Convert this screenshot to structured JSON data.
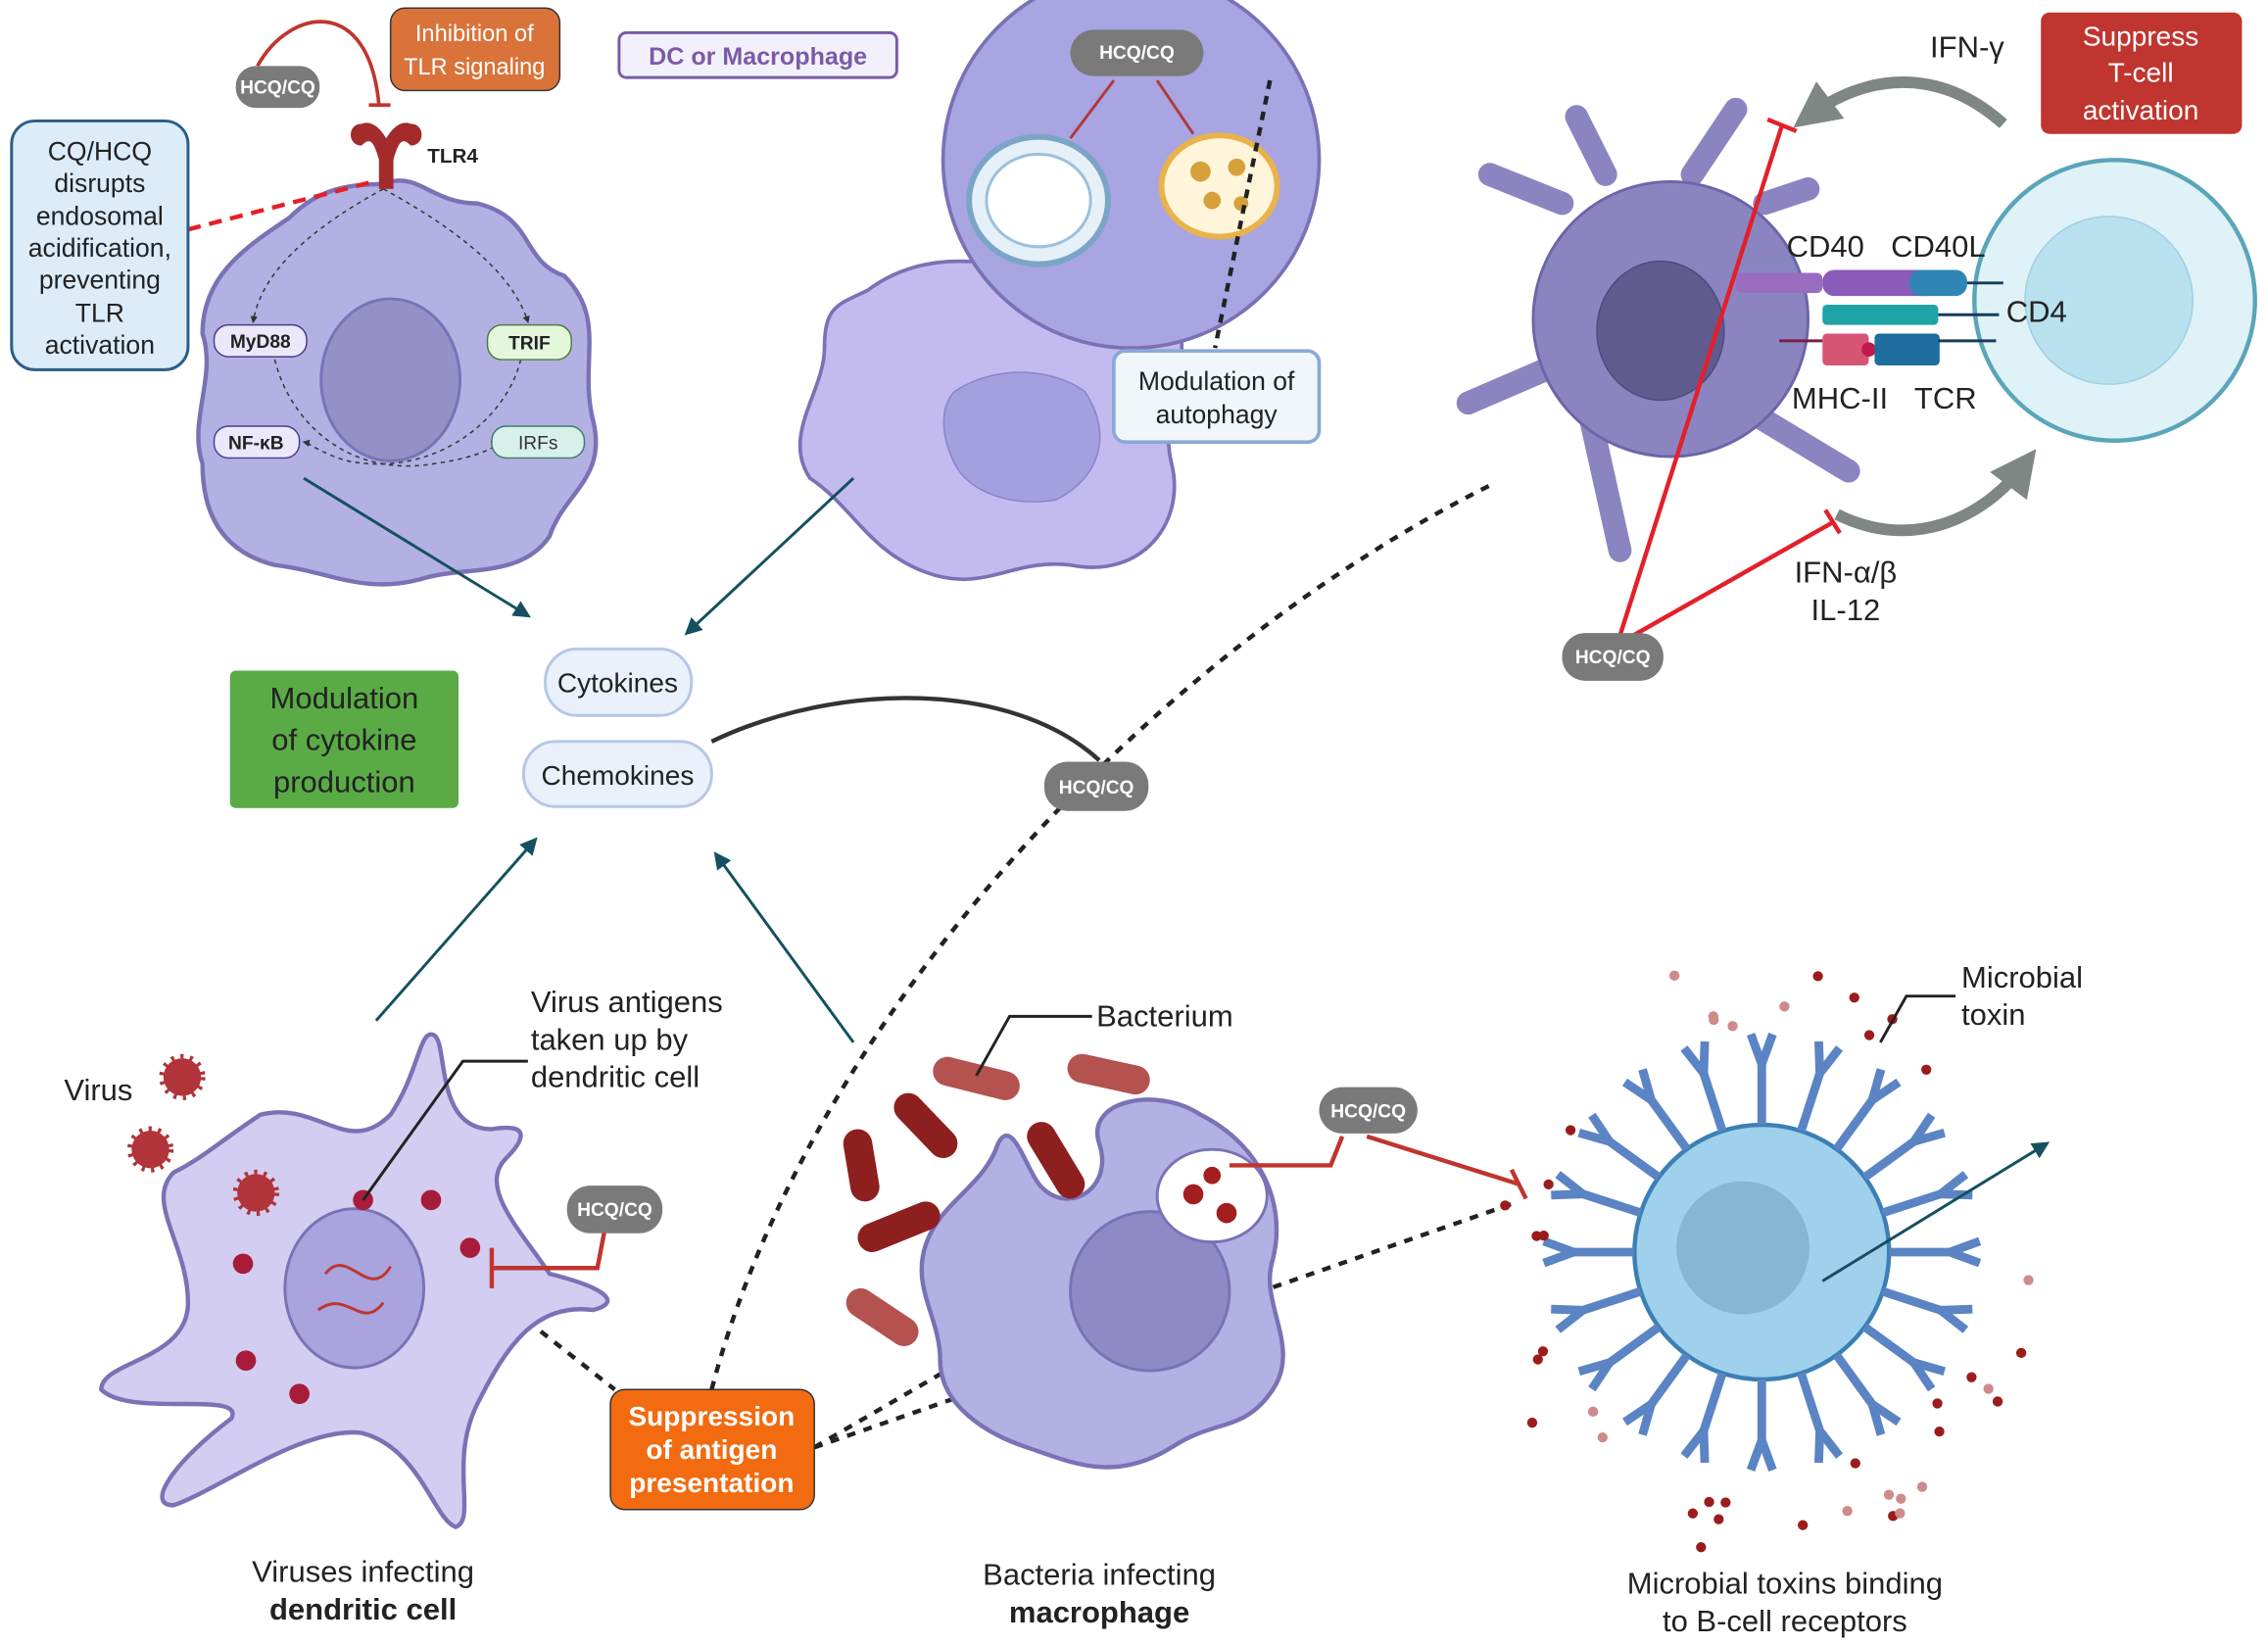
{
  "drug_label": "HCQ/CQ",
  "top_left": {
    "inhibition_box": [
      "Inhibition of",
      "TLR signaling"
    ],
    "cq_box": [
      "CQ/HCQ",
      "disrupts",
      "endosomal",
      "acidification,",
      "preventing",
      "TLR",
      "activation"
    ],
    "receptor": "TLR4",
    "adaptors": {
      "myd88": "MyD88",
      "trif": "TRIF",
      "nfkb": "NF-κB",
      "irfs": "IRFs"
    }
  },
  "cell_type_box": "DC or Macrophage",
  "autophagy_box": [
    "Modulation of",
    "autophagy"
  ],
  "cytokines": "Cytokines",
  "chemokines": "Chemokines",
  "cytokine_box": [
    "Modulation",
    "of cytokine",
    "production"
  ],
  "top_right": {
    "ifn_gamma": "IFN-γ",
    "suppress_box": [
      "Suppress",
      "T-cell",
      "activation"
    ],
    "cd40": "CD40",
    "cd40l": "CD40L",
    "cd4": "CD4",
    "mhc2": "MHC-II",
    "tcr": "TCR",
    "ifn_ab": "IFN-α/β",
    "il12": "IL-12"
  },
  "bottom_left": {
    "virus": "Virus",
    "antigen_label": [
      "Virus antigens",
      "taken up by",
      "dendritic cell"
    ],
    "caption": [
      "Viruses infecting",
      "dendritic cell"
    ]
  },
  "suppression_box": [
    "Suppression",
    "of antigen",
    "presentation"
  ],
  "bottom_middle": {
    "bacterium": "Bacterium",
    "caption": [
      "Bacteria infecting",
      "macrophage"
    ]
  },
  "bottom_right": {
    "toxin": [
      "Microbial",
      "toxin"
    ],
    "caption": [
      "Microbial toxins binding",
      "to B-cell receptors"
    ]
  },
  "colors": {
    "cell": "#b3b0e3",
    "cell_border": "#7a72b5",
    "inhibit": "#e3202a",
    "orange": "#d9733a",
    "suppress_orange": "#f26b10",
    "red_box": "#c0352f",
    "green_box": "#5aab46",
    "pill": "#7a7a7a",
    "bcell": "#9fd0ec",
    "antibody": "#5b84c4"
  }
}
